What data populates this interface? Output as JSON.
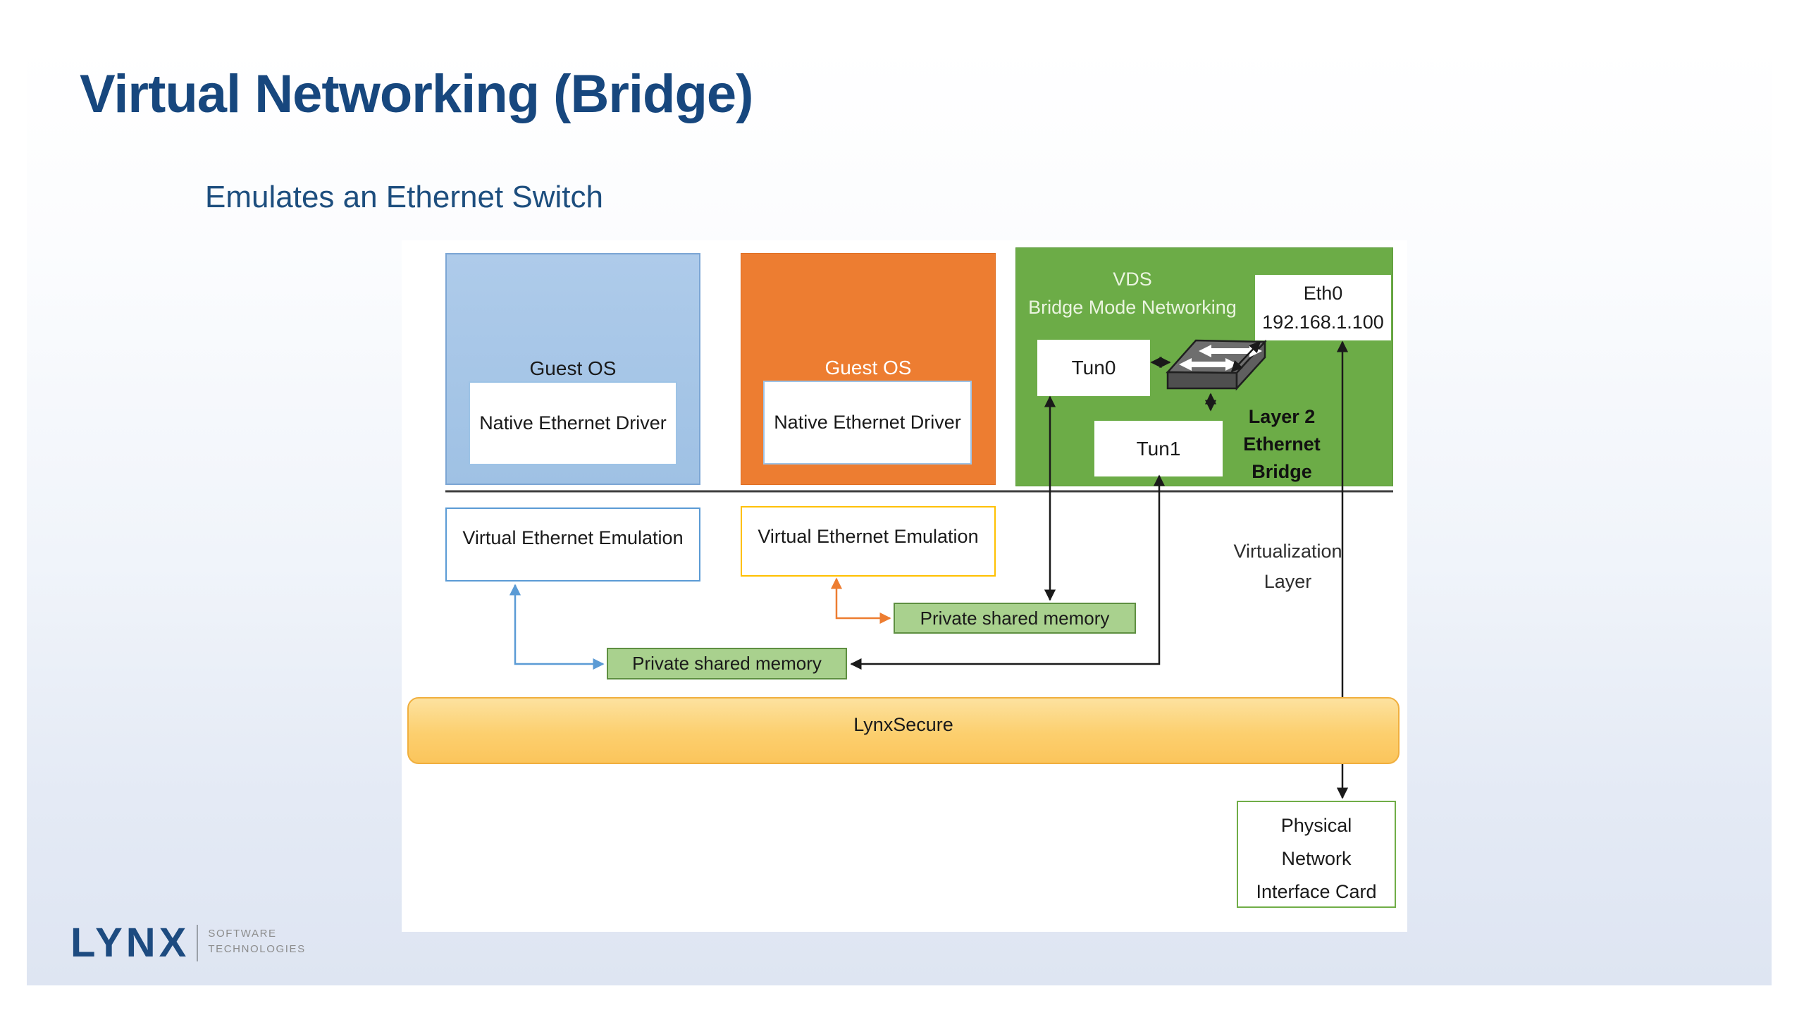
{
  "slide": {
    "title": "Virtual Networking (Bridge)",
    "subtitle": "Emulates an Ethernet Switch"
  },
  "diagram": {
    "guest_blue": {
      "label": "Guest OS",
      "driver": "Native Ethernet Driver"
    },
    "guest_orange": {
      "label": "Guest OS",
      "driver": "Native Ethernet Driver"
    },
    "vds": {
      "title_line1": "VDS",
      "title_line2": "Bridge Mode Networking",
      "eth0_line1": "Eth0",
      "eth0_line2": "192.168.1.100",
      "tun0": "Tun0",
      "tun1": "Tun1",
      "bridge_line1": "Layer 2",
      "bridge_line2": "Ethernet",
      "bridge_line3": "Bridge"
    },
    "vee_blue": "Virtual Ethernet Emulation",
    "vee_orange": "Virtual Ethernet Emulation",
    "psm_upper": "Private shared memory",
    "psm_lower": "Private shared memory",
    "virtualization_line1": "Virtualization",
    "virtualization_line2": "Layer",
    "lynxsecure": "LynxSecure",
    "nic_line1": "Physical",
    "nic_line2": "Network",
    "nic_line3": "Interface Card"
  },
  "footer": {
    "logo": "LYNX",
    "logo_sub_line1": "SOFTWARE",
    "logo_sub_line2": "TECHNOLOGIES"
  },
  "colors": {
    "title_blue": "#17477e",
    "subtitle_blue": "#1d4e7e",
    "guest_blue_fill": "#a9c6e8",
    "guest_orange_fill": "#ed7d31",
    "vds_green_fill": "#6cac47",
    "inner_box_border": "#9dc3e6",
    "vee_blue_border": "#5b9bd5",
    "vee_orange_border": "#ffc000",
    "psm_fill": "#a9d18e",
    "psm_border": "#5e8f41",
    "lynxsecure_fill": "#fbc55c",
    "lynxsecure_border": "#f0af3e",
    "nic_border": "#70ad47",
    "logo_blue": "#1d4b80",
    "slide_bg_bottom": "#dee5f2",
    "arrow_black": "#1a1a1a"
  }
}
